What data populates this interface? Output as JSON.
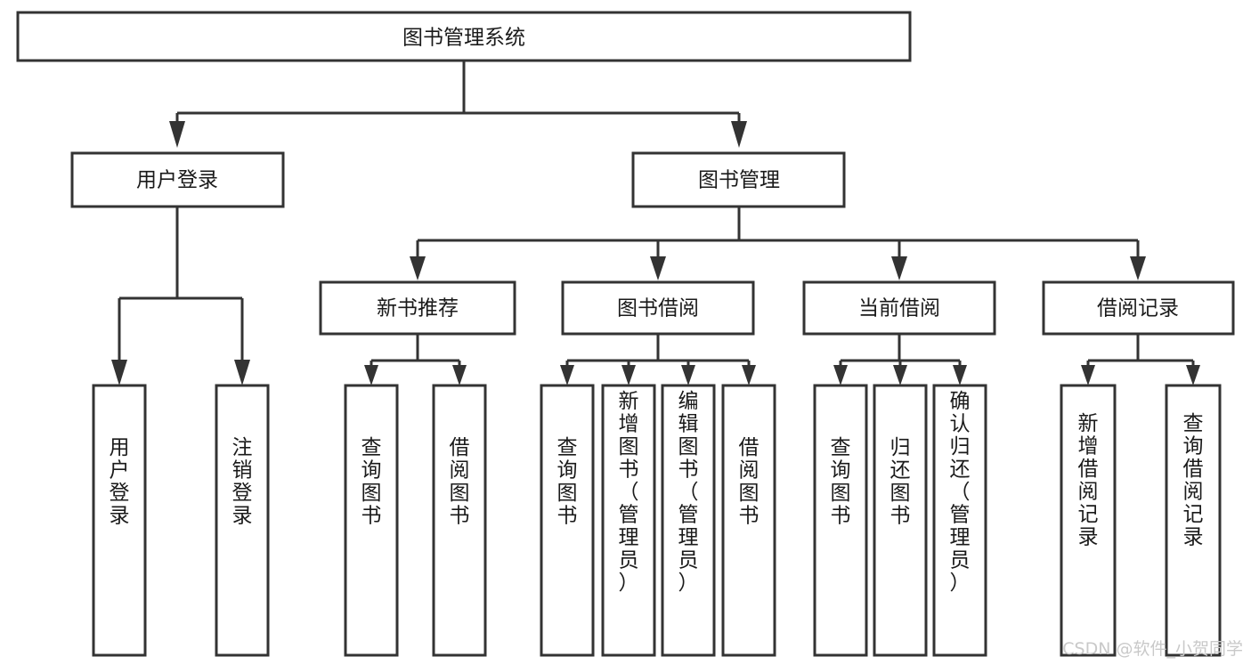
{
  "diagram": {
    "type": "tree-hierarchy",
    "title": "图书管理系统",
    "root": {
      "id": "root",
      "label": "图书管理系统",
      "orientation": "horizontal"
    },
    "level2": [
      {
        "id": "user-login",
        "label": "用户登录",
        "orientation": "horizontal"
      },
      {
        "id": "book-manage",
        "label": "图书管理",
        "orientation": "horizontal"
      }
    ],
    "level3": [
      {
        "id": "new-book-recommend",
        "label": "新书推荐",
        "orientation": "horizontal",
        "parent": "book-manage"
      },
      {
        "id": "book-borrow",
        "label": "图书借阅",
        "orientation": "horizontal",
        "parent": "book-manage"
      },
      {
        "id": "current-borrow",
        "label": "当前借阅",
        "orientation": "horizontal",
        "parent": "book-manage"
      },
      {
        "id": "borrow-record",
        "label": "借阅记录",
        "orientation": "horizontal",
        "parent": "book-manage"
      }
    ],
    "leaves": [
      {
        "id": "leaf-user-login",
        "label": "用户登录",
        "parent": "user-login",
        "orientation": "vertical"
      },
      {
        "id": "leaf-logout-login",
        "label": "注销登录",
        "parent": "user-login",
        "orientation": "vertical"
      },
      {
        "id": "leaf-query-book-1",
        "label": "查询图书",
        "parent": "new-book-recommend",
        "orientation": "vertical"
      },
      {
        "id": "leaf-borrow-book-1",
        "label": "借阅图书",
        "parent": "new-book-recommend",
        "orientation": "vertical"
      },
      {
        "id": "leaf-query-book-2",
        "label": "查询图书",
        "parent": "book-borrow",
        "orientation": "vertical"
      },
      {
        "id": "leaf-add-book",
        "label": "新增图书（管理员）",
        "parent": "book-borrow",
        "orientation": "vertical"
      },
      {
        "id": "leaf-edit-book",
        "label": "编辑图书（管理员）",
        "parent": "book-borrow",
        "orientation": "vertical"
      },
      {
        "id": "leaf-borrow-book-2",
        "label": "借阅图书",
        "parent": "book-borrow",
        "orientation": "vertical"
      },
      {
        "id": "leaf-query-book-3",
        "label": "查询图书",
        "parent": "current-borrow",
        "orientation": "vertical"
      },
      {
        "id": "leaf-return-book",
        "label": "归还图书",
        "parent": "current-borrow",
        "orientation": "vertical"
      },
      {
        "id": "leaf-confirm-return",
        "label": "确认归还（管理员）",
        "parent": "current-borrow",
        "orientation": "vertical"
      },
      {
        "id": "leaf-add-record",
        "label": "新增借阅记录",
        "parent": "borrow-record",
        "orientation": "vertical"
      },
      {
        "id": "leaf-query-record",
        "label": "查询借阅记录",
        "parent": "borrow-record",
        "orientation": "vertical"
      }
    ]
  },
  "watermark": {
    "text": "CSDN @软件_小贺同学"
  },
  "colors": {
    "stroke": "#333333",
    "fill": "#ffffff",
    "text": "#1a1a1a",
    "watermark": "#c9c9c9"
  }
}
